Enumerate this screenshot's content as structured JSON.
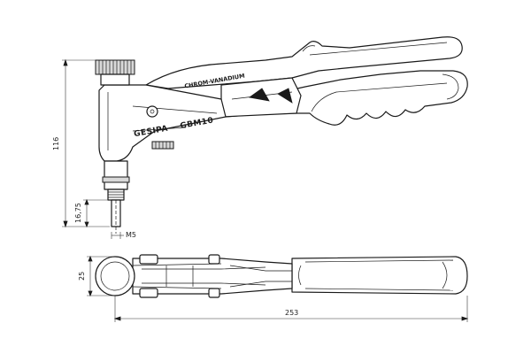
{
  "drawing": {
    "brand_text": "GESIPA",
    "model_text": "GBM10",
    "material_text": "CHROM-VANADIUM"
  },
  "dimensions": {
    "height_total": "116",
    "tip_length": "16,75",
    "thread": "M5",
    "width_body": "25",
    "overall_length": "253"
  }
}
